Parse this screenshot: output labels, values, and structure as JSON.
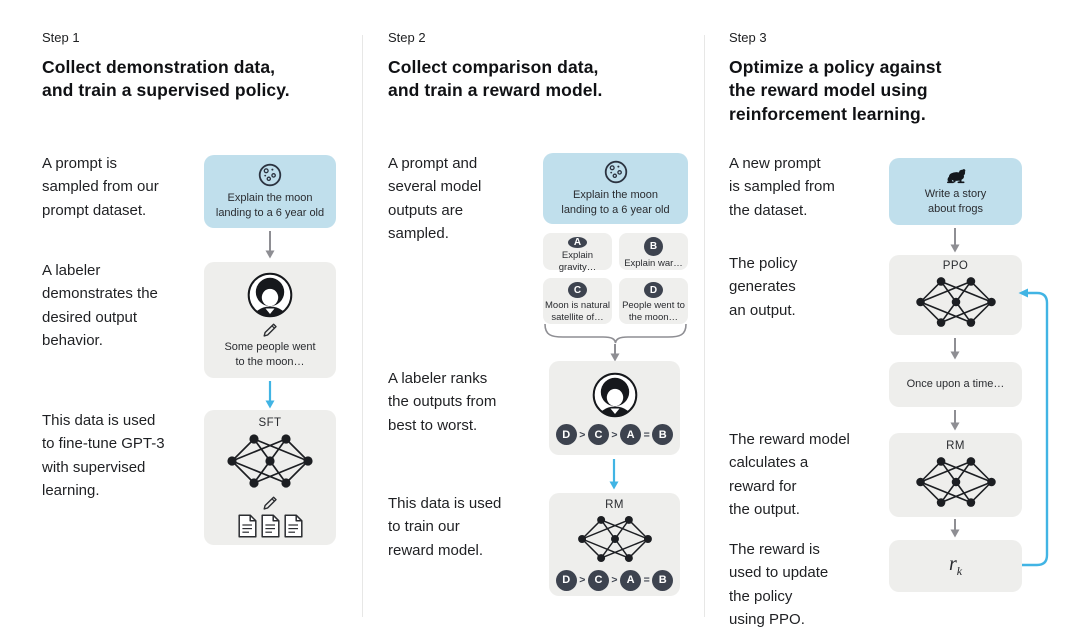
{
  "palette": {
    "prompt_box_bg": "#c0dfec",
    "model_box_bg": "#eeeeec",
    "pill_bg": "#3d434f",
    "arrow_gray": "#8e8e93",
    "arrow_blue": "#41b4e4",
    "text_dark": "#1f2023"
  },
  "steps": [
    {
      "label": "Step 1",
      "heading": "Collect demonstration data,\nand train a supervised policy.",
      "paragraphs": [
        "A prompt is\nsampled from our\nprompt dataset.",
        "A labeler\ndemonstrates the\ndesired output\nbehavior.",
        "This data is used\nto fine-tune GPT-3\nwith supervised\nlearning."
      ],
      "prompt_box": {
        "icon": "moon-icon",
        "text": "Explain the moon\nlanding to a 6 year old"
      },
      "labeler_box": {
        "icon": "labeler-avatar",
        "pencil": "pencil-icon",
        "text": "Some people went\nto the moon…"
      },
      "model_box": {
        "label": "SFT",
        "icons": [
          "network-icon",
          "pencil-icon",
          "documents-icon"
        ]
      }
    },
    {
      "label": "Step 2",
      "heading": "Collect comparison data,\nand train a reward model.",
      "paragraphs": [
        "A prompt and\nseveral model\noutputs are\nsampled.",
        "A labeler ranks\nthe outputs from\nbest to worst.",
        "This data is used\nto train our\nreward model."
      ],
      "prompt_box": {
        "icon": "moon-icon",
        "text": "Explain the moon\nlanding to a 6 year old"
      },
      "outputs": [
        {
          "letter": "A",
          "text": "Explain gravity…"
        },
        {
          "letter": "B",
          "text": "Explain war…"
        },
        {
          "letter": "C",
          "text": "Moon is natural\nsatellite of…"
        },
        {
          "letter": "D",
          "text": "People went to\nthe moon…"
        }
      ],
      "ranking": {
        "items": [
          "D",
          "C",
          "A",
          "B"
        ],
        "ops": [
          ">",
          ">",
          "="
        ]
      },
      "model_box": {
        "label": "RM"
      }
    },
    {
      "label": "Step 3",
      "heading": "Optimize a policy against\nthe reward model using\nreinforcement learning.",
      "paragraphs": [
        "A new prompt\nis sampled from\nthe dataset.",
        "The policy\ngenerates\nan output.",
        "The reward model\ncalculates a\nreward for\nthe output.",
        "The reward is\nused to update\nthe policy\nusing PPO."
      ],
      "prompt_box": {
        "icon": "frog-icon",
        "text": "Write a story\nabout frogs"
      },
      "policy_box": {
        "label": "PPO",
        "icon": "network-icon"
      },
      "output_box": {
        "text": "Once upon a time…"
      },
      "reward_box": {
        "label": "RM",
        "icon": "network-icon"
      },
      "reward_value": {
        "base": "r",
        "sub": "k"
      }
    }
  ]
}
